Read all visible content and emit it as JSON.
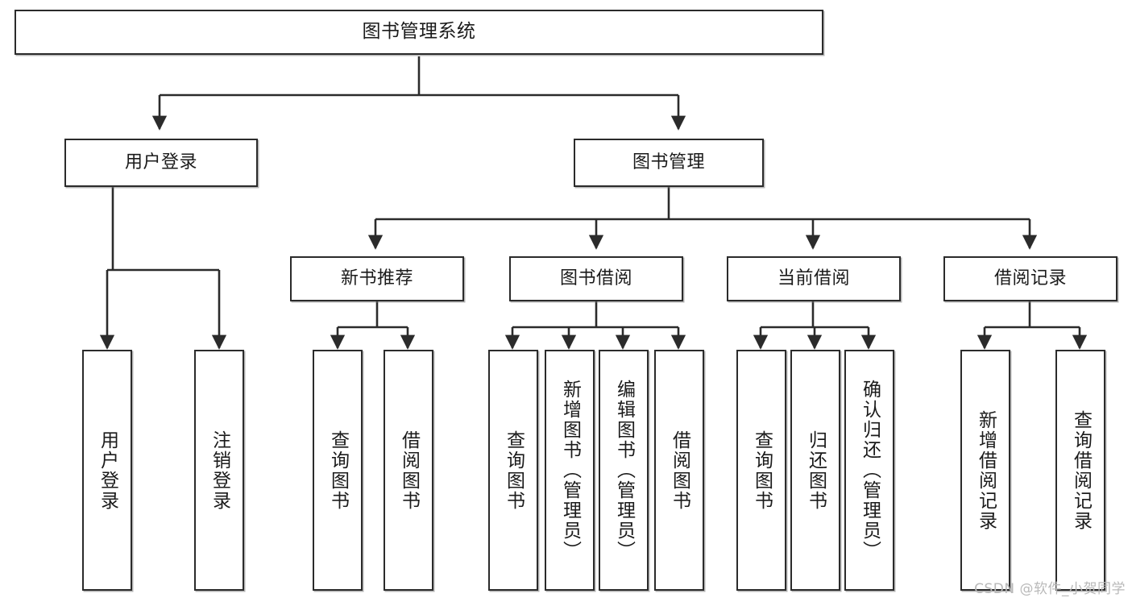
{
  "diagram": {
    "title": "图书管理系统",
    "watermark": "CSDN @软件_小贺同学",
    "line_color": "#2b2b2b",
    "box_fill": "#ffffff",
    "text_color": "#1b1b1b",
    "nodes": {
      "root": {
        "label": "图书管理系统"
      },
      "level2": [
        {
          "label": "用户登录"
        },
        {
          "label": "图书管理"
        }
      ],
      "level3": [
        {
          "label": "新书推荐"
        },
        {
          "label": "图书借阅"
        },
        {
          "label": "当前借阅"
        },
        {
          "label": "借阅记录"
        }
      ],
      "leaves": [
        {
          "label": "用户登录",
          "parent": "用户登录"
        },
        {
          "label": "注销登录",
          "parent": "用户登录"
        },
        {
          "label": "查询图书",
          "parent": "新书推荐"
        },
        {
          "label": "借阅图书",
          "parent": "新书推荐"
        },
        {
          "label": "查询图书",
          "parent": "图书借阅"
        },
        {
          "label": "新增图书（管理员）",
          "parent": "图书借阅"
        },
        {
          "label": "编辑图书（管理员）",
          "parent": "图书借阅"
        },
        {
          "label": "借阅图书",
          "parent": "图书借阅"
        },
        {
          "label": "查询图书",
          "parent": "当前借阅"
        },
        {
          "label": "归还图书",
          "parent": "当前借阅"
        },
        {
          "label": "确认归还（管理员）",
          "parent": "当前借阅"
        },
        {
          "label": "新增借阅记录",
          "parent": "借阅记录"
        },
        {
          "label": "查询借阅记录",
          "parent": "借阅记录"
        }
      ]
    }
  }
}
